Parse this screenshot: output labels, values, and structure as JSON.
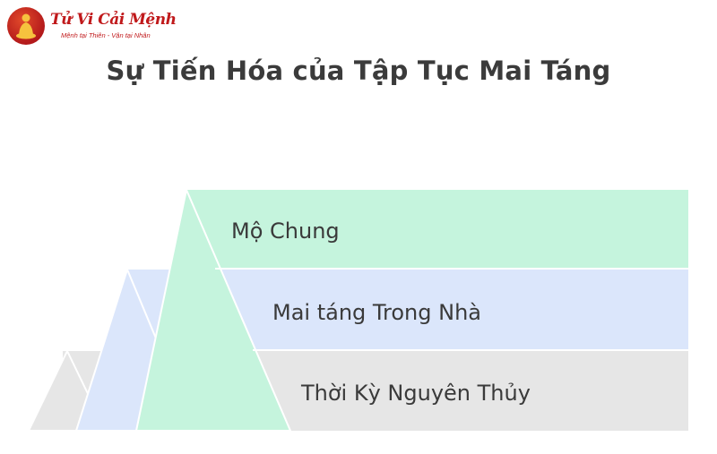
{
  "logo": {
    "name": "Tử Vi Cải Mệnh",
    "tagline": "Mệnh tại Thiên - Vận tại Nhân"
  },
  "title": "Sự Tiến Hóa của Tập Tục Mai Táng",
  "levels": [
    {
      "label": "Mộ Chung",
      "color": "#c5f4dd"
    },
    {
      "label": "Mai táng Trong Nhà",
      "color": "#dbe6fb"
    },
    {
      "label": "Thời Kỳ Nguyên Thủy",
      "color": "#e6e6e6"
    }
  ]
}
